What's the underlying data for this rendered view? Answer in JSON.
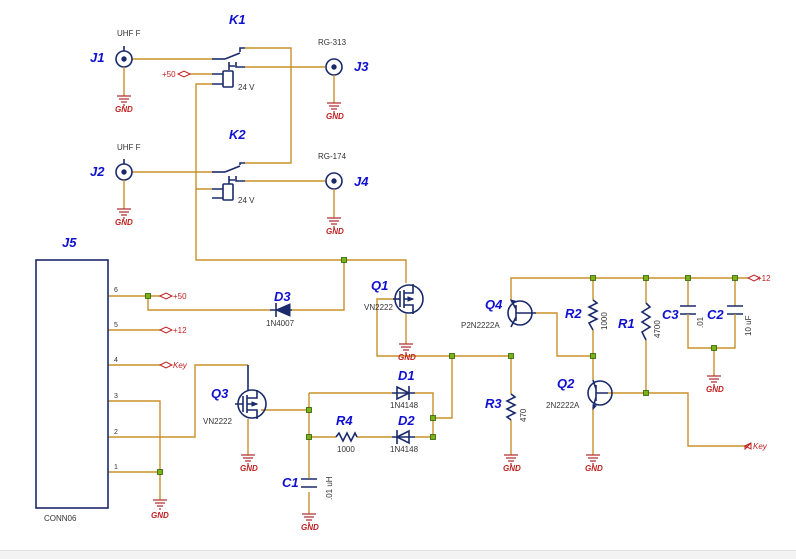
{
  "components": {
    "j1": {
      "ref": "J1",
      "value": "UHF F"
    },
    "j2": {
      "ref": "J2",
      "value": "UHF F"
    },
    "j3": {
      "ref": "J3",
      "value": "RG-313"
    },
    "j4": {
      "ref": "J4",
      "value": "RG-174"
    },
    "j5": {
      "ref": "J5",
      "value": "CONN06"
    },
    "k1": {
      "ref": "K1",
      "coil": "24 V"
    },
    "k2": {
      "ref": "K2",
      "coil": "24 V"
    },
    "q1": {
      "ref": "Q1",
      "value": "VN2222"
    },
    "q2": {
      "ref": "Q2",
      "value": "2N2222A"
    },
    "q3": {
      "ref": "Q3",
      "value": "VN2222"
    },
    "q4": {
      "ref": "Q4",
      "value": "P2N2222A"
    },
    "d1": {
      "ref": "D1",
      "value": "1N4148"
    },
    "d2": {
      "ref": "D2",
      "value": "1N4148"
    },
    "d3": {
      "ref": "D3",
      "value": "1N4007"
    },
    "r1": {
      "ref": "R1",
      "value": "4700"
    },
    "r2": {
      "ref": "R2",
      "value": "1000"
    },
    "r3": {
      "ref": "R3",
      "value": "470"
    },
    "r4": {
      "ref": "R4",
      "value": "1000"
    },
    "c1": {
      "ref": "C1",
      "value": ".01 uH"
    },
    "c2": {
      "ref": "C2",
      "value": "10 uF"
    },
    "c3": {
      "ref": "C3",
      "value": ".01"
    }
  },
  "pins": [
    "6",
    "5",
    "4",
    "3",
    "2",
    "1"
  ],
  "nets": {
    "gnd": "GND",
    "p50": "+50",
    "p12": "+12",
    "key": "Key"
  },
  "colors": {
    "wire": "#c8902a",
    "symbol": "#1a2a6a",
    "refdes": "#1010d0",
    "ground": "#c02020",
    "node": "#7ab317"
  }
}
